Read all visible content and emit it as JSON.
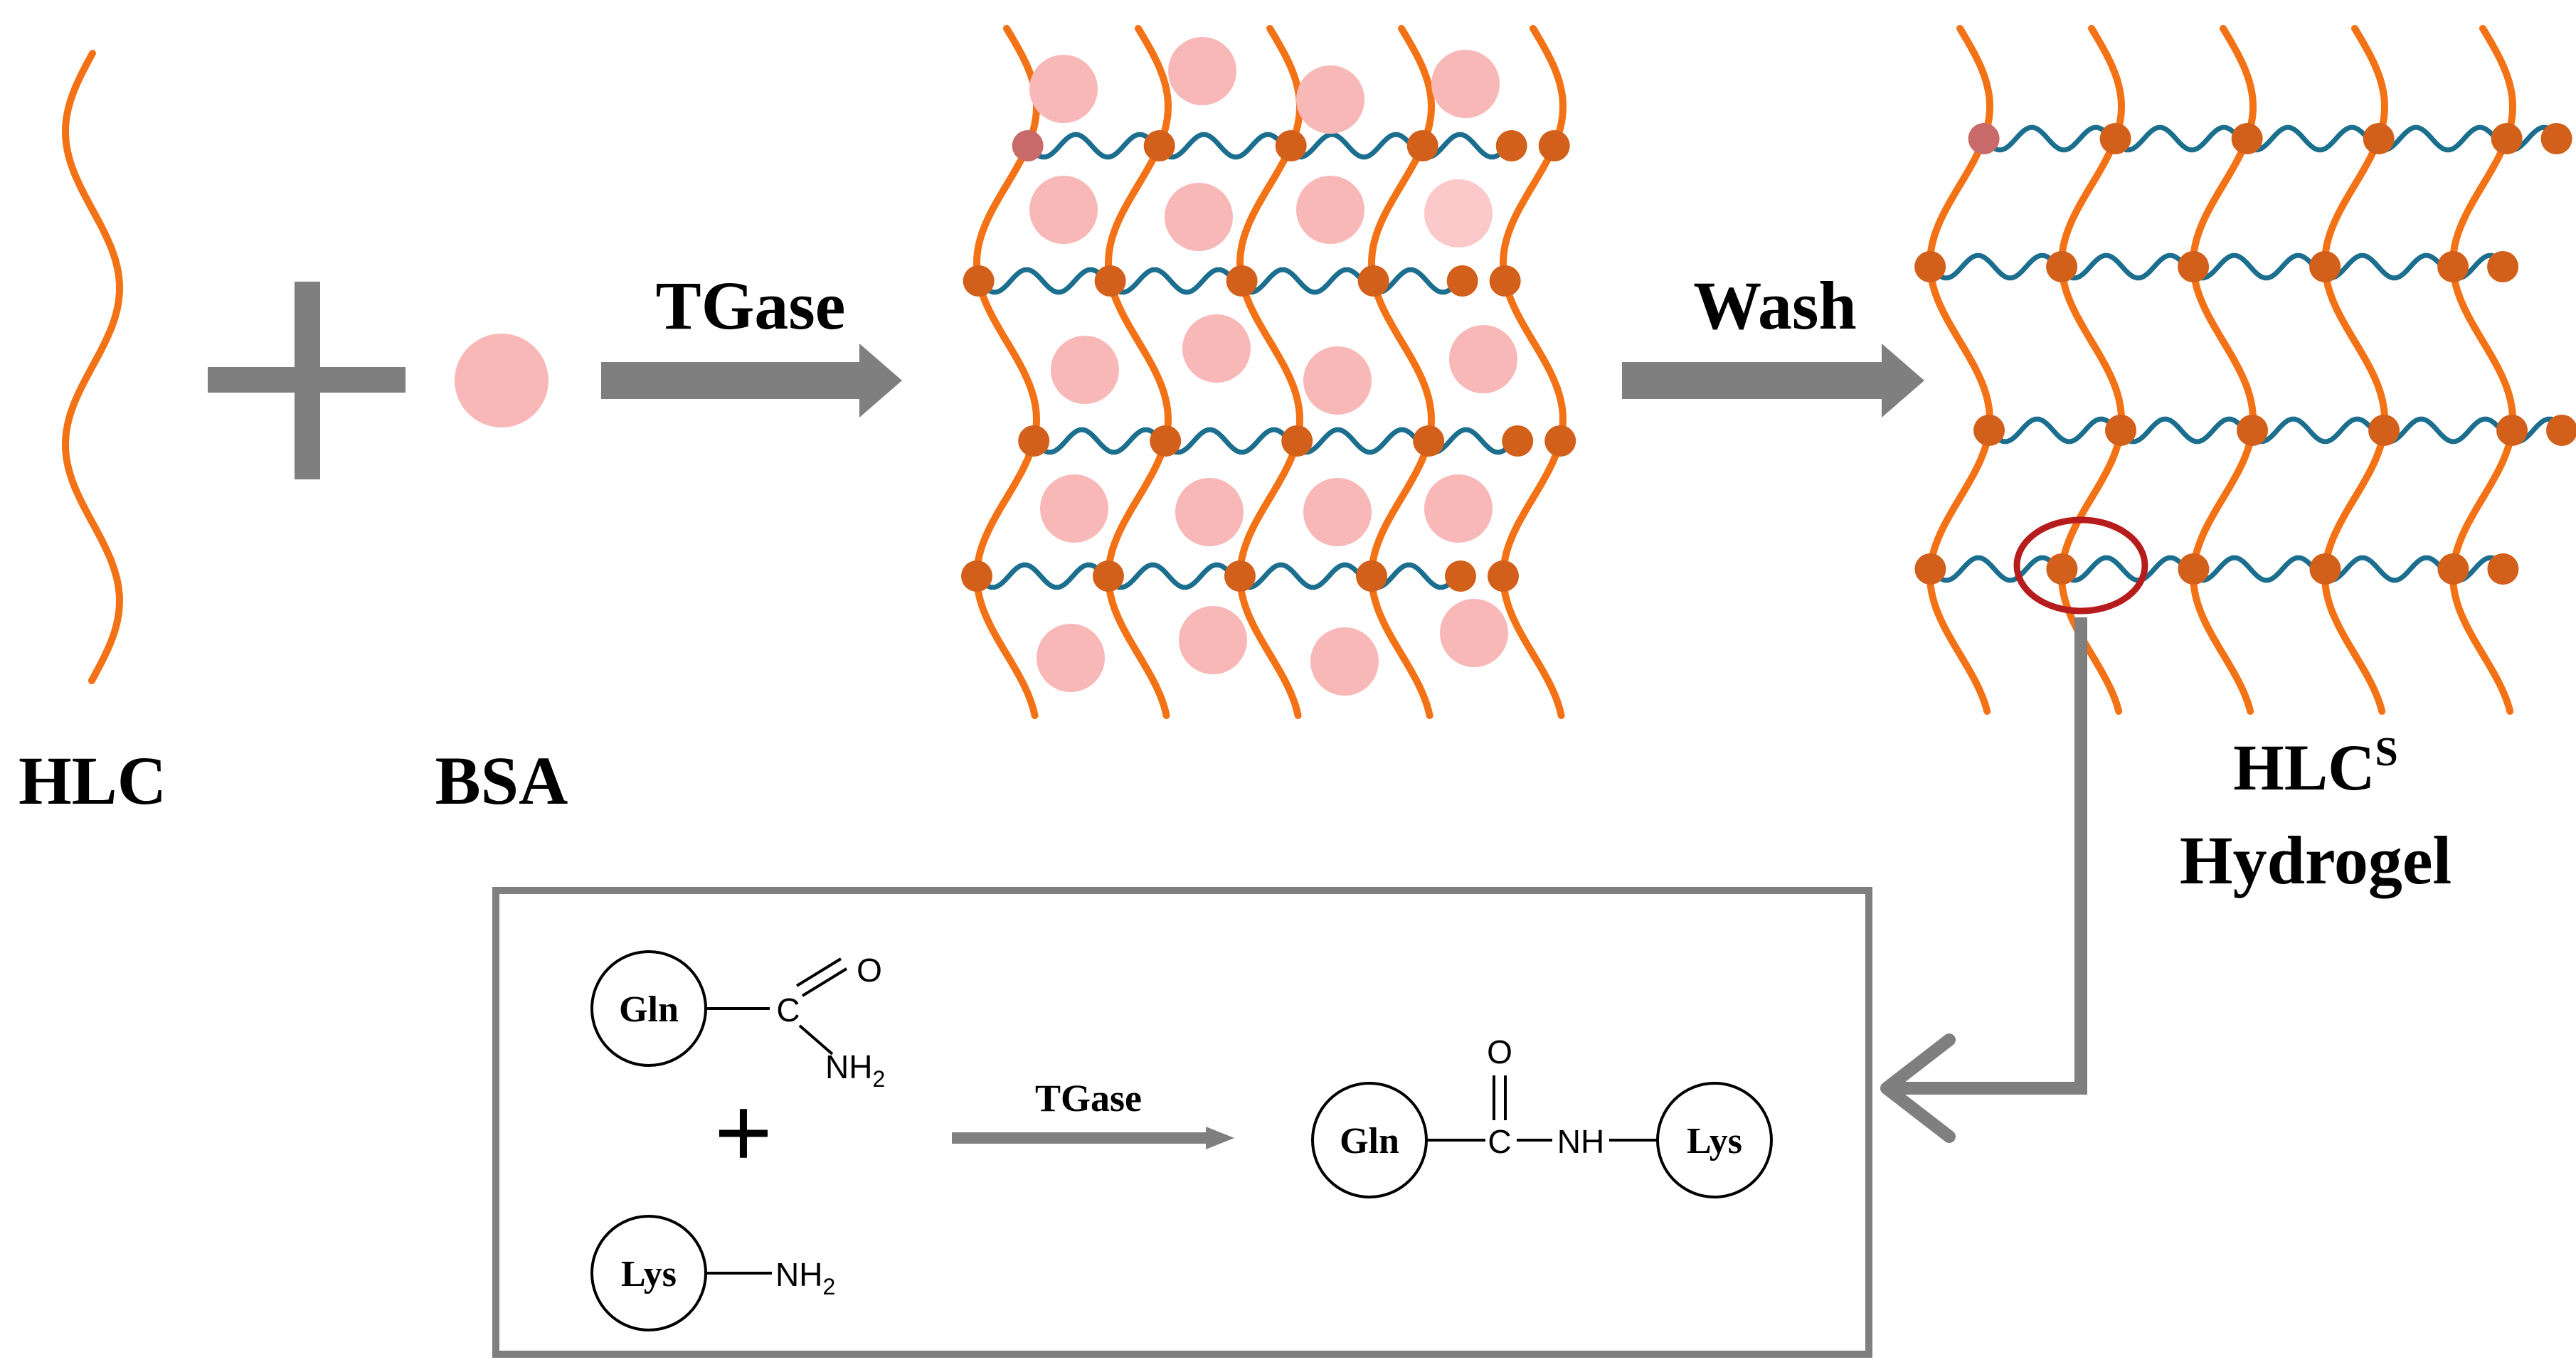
{
  "labels": {
    "hlc": "HLC",
    "bsa": "BSA",
    "tgase_top": "TGase",
    "wash": "Wash",
    "hlcs_main": "HLC",
    "hlcs_sup": "S",
    "hydrogel": "Hydrogel"
  },
  "reaction": {
    "gln": "Gln",
    "lys": "Lys",
    "carbon": "C",
    "oxygen": "O",
    "nh2": "NH",
    "nh2_sub": "2",
    "tgase": "TGase",
    "nh": "NH",
    "plus": "+"
  },
  "colors": {
    "collagen": "#F47216",
    "crosslink": "#1B6E8E",
    "node": "#D2601A",
    "node_end": "#C96A6A",
    "bsa": "#F9B8B8",
    "bsa_faint": "#FBC9C9",
    "arrow": "#7F7F7F",
    "highlight": "#B71C1C",
    "box": "#7F7F7F"
  }
}
